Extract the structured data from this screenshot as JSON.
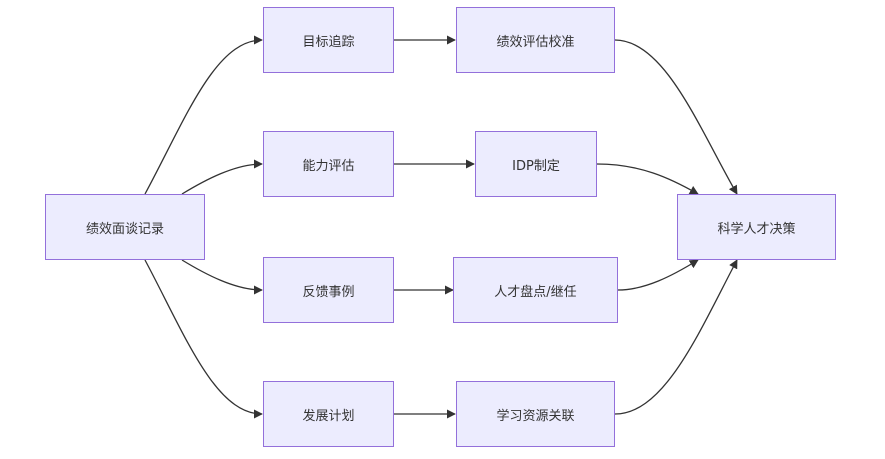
{
  "nodes": {
    "source": "绩效面谈记录",
    "goal_tracking": "目标追踪",
    "perf_calibration": "绩效评估校准",
    "ability_eval": "能力评估",
    "idp": "IDP制定",
    "feedback_cases": "反馈事例",
    "talent_review": "人才盘点/继任",
    "dev_plan": "发展计划",
    "learning_link": "学习资源关联",
    "decision": "科学人才决策"
  },
  "colors": {
    "node_fill": "#ececfe",
    "node_border": "#9370db",
    "edge": "#333333",
    "text": "#333333"
  }
}
